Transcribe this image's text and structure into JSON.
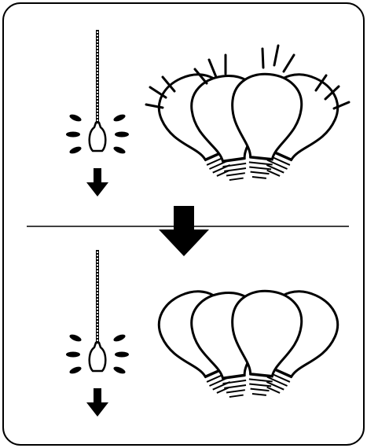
{
  "diagram": {
    "panels": [
      {
        "id": "top",
        "pull_cord": "pull-chain-switch",
        "small_bulb": "lit",
        "bulb_cluster": "lit",
        "bulb_count": 4,
        "arrow": "down"
      },
      {
        "id": "bottom",
        "pull_cord": "pull-chain-switch",
        "small_bulb": "lit",
        "bulb_cluster": "unlit",
        "bulb_count": 4,
        "arrow": "down"
      }
    ],
    "transition_arrow": "down",
    "colors": {
      "stroke": "#000000",
      "background": "#ffffff"
    }
  }
}
